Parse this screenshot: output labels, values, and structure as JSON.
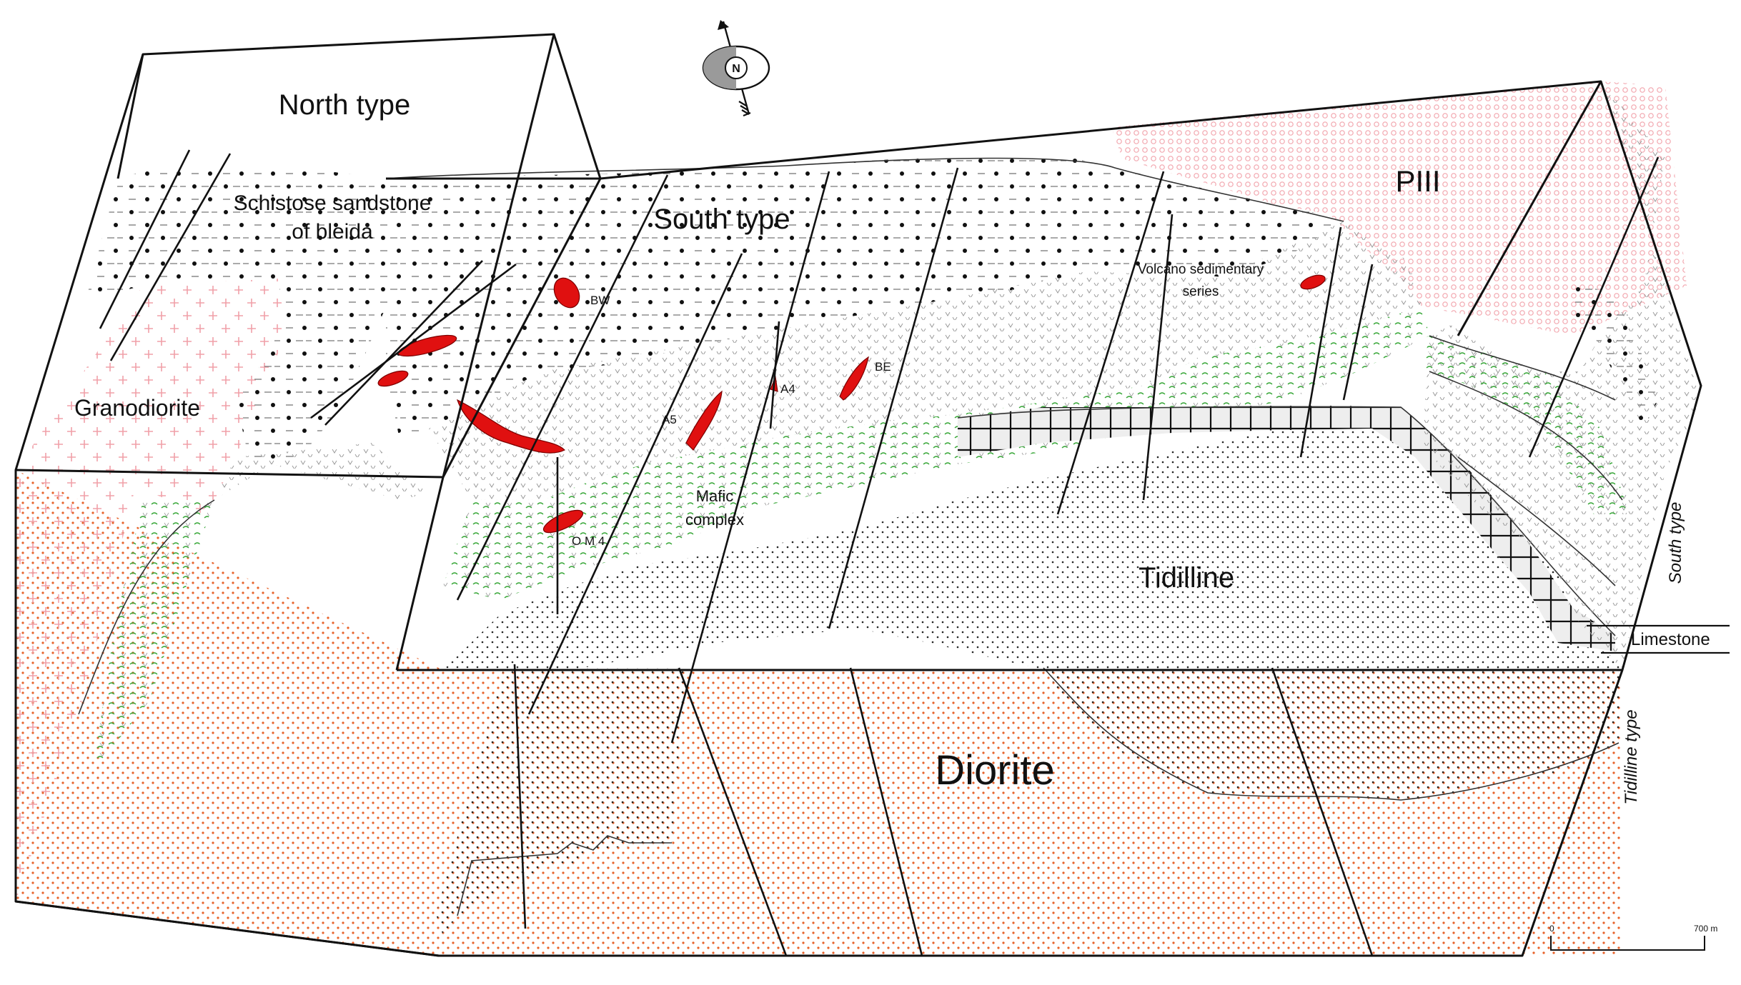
{
  "labels": {
    "north_type": "North type",
    "south_type_top": "South type",
    "schistose_1": "Schistose sandstone",
    "schistose_2": "of bleida",
    "granodiorite": "Granodiorite",
    "piii": "PIII",
    "volcano_1": "Volcano sedimentary",
    "volcano_2": "series",
    "mafic_1": "Mafic",
    "mafic_2": "complex",
    "tidilline": "Tidilline",
    "diorite": "Diorite",
    "limestone": "Limestone",
    "south_type_side": "South type",
    "tidilline_type_side": "Tidilline type"
  },
  "ore_bodies": {
    "bw": "BW",
    "a4": "A4",
    "a5": "A5",
    "be": "BE",
    "om4": "O M 4"
  },
  "compass": {
    "letter": "N"
  },
  "scale_bar": {
    "start": "0",
    "end": "700 m"
  },
  "colors": {
    "diorite_dot": "#e8622a",
    "granodiorite_cross": "#f0a0a8",
    "piii_circle": "#f2a6ae",
    "mafic_dash": "#3aa83a",
    "ore": "#e01010",
    "sediment_v": "#9a9a9a"
  }
}
